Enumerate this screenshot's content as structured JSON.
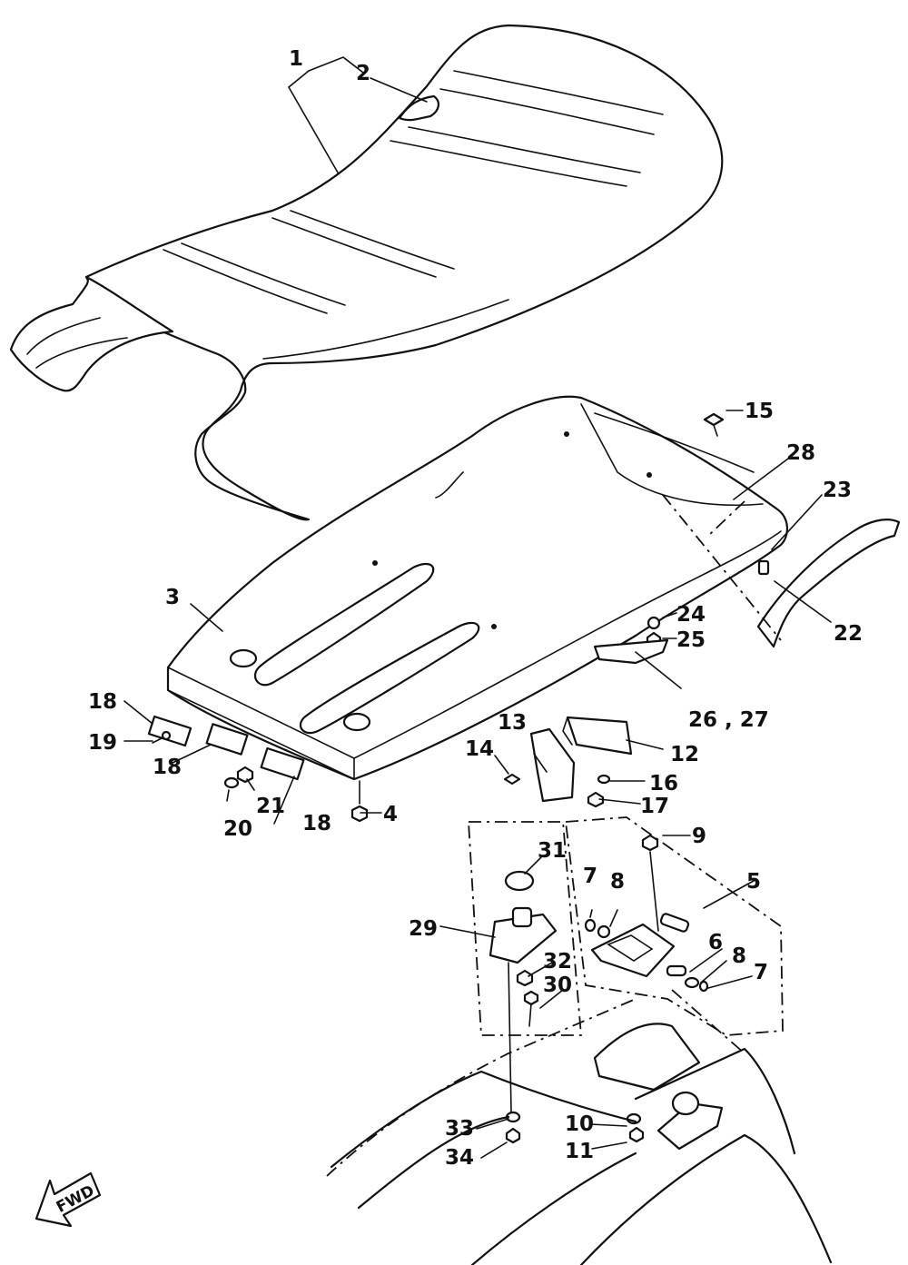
{
  "callouts": {
    "c1": "1",
    "c2": "2",
    "c3": "3",
    "c4": "4",
    "c5": "5",
    "c6": "6",
    "c7a": "7",
    "c7b": "7",
    "c8a": "8",
    "c8b": "8",
    "c9": "9",
    "c10": "10",
    "c11": "11",
    "c12": "12",
    "c13": "13",
    "c14": "14",
    "c15": "15",
    "c16": "16",
    "c17": "17",
    "c18a": "18",
    "c18b": "18",
    "c18c": "18",
    "c19": "19",
    "c20": "20",
    "c21": "21",
    "c22": "22",
    "c23": "23",
    "c24": "24",
    "c25": "25",
    "c2627": "26 , 27",
    "c28": "28",
    "c29": "29",
    "c30": "30",
    "c31": "31",
    "c32": "32",
    "c33": "33",
    "c34": "34"
  },
  "direction_arrow": {
    "label": "FWD",
    "icon": "fwd-arrow-icon"
  }
}
